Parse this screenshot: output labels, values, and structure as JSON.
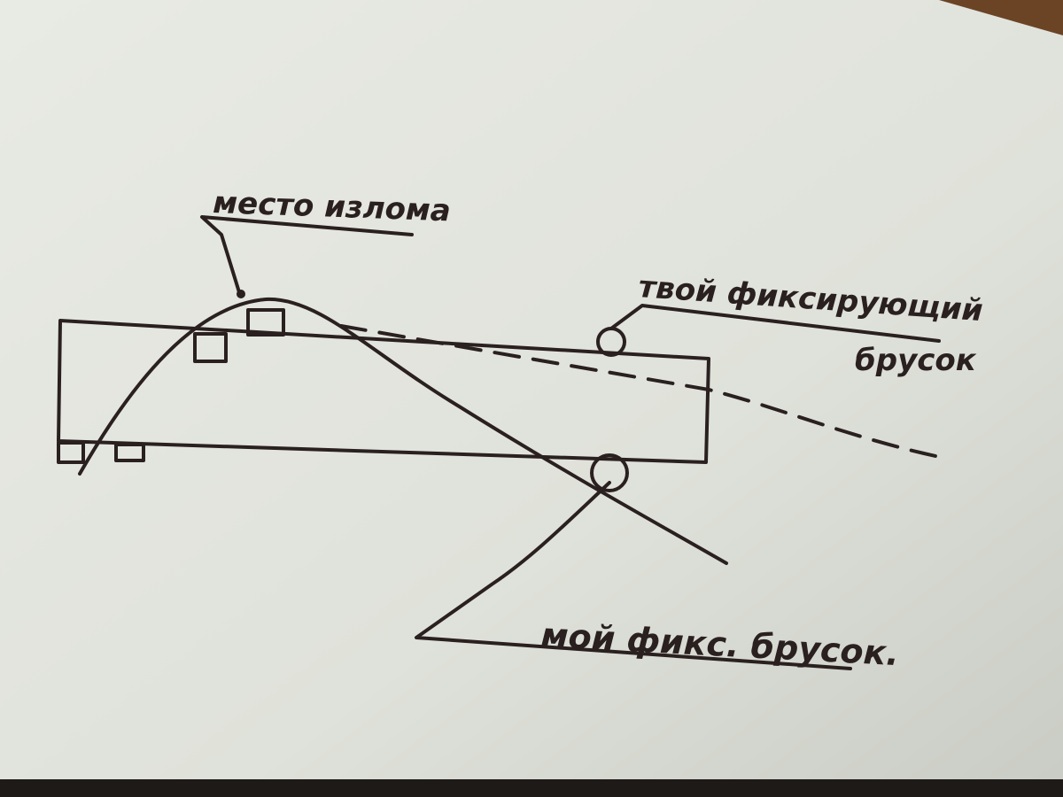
{
  "labels": {
    "break_point": "место излома",
    "your_bar_line1": "твой фиксирующий",
    "your_bar_line2": "брусок",
    "my_bar": "мой фикс. брусок."
  },
  "colors": {
    "paper": "#e4e6de",
    "ink": "#2a2020",
    "table": "#6b4426"
  }
}
